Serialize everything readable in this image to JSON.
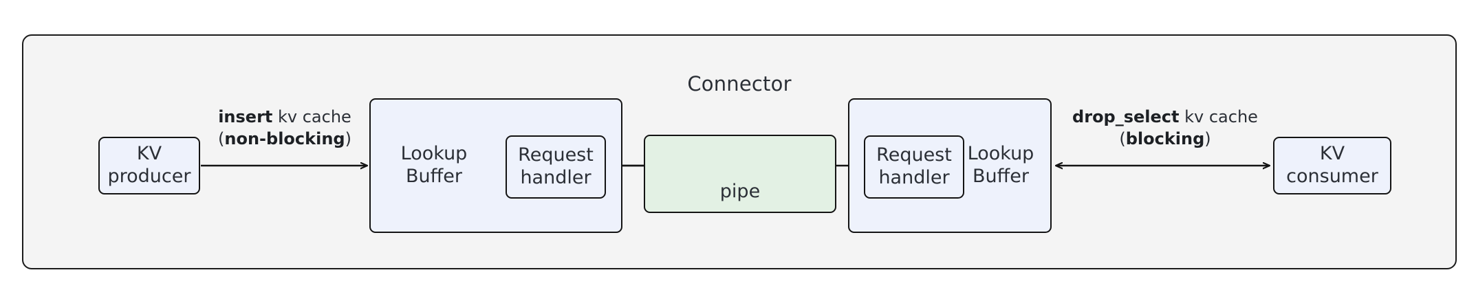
{
  "diagram": {
    "title": "Connector",
    "colors": {
      "container_fill": "#f4f4f4",
      "node_blue_fill": "#eef2fc",
      "node_green_fill": "#e3f1e4",
      "stroke": "#131313",
      "text": "#2b2f36"
    }
  },
  "nodes": {
    "kv_producer": "KV\nproducer",
    "kv_consumer": "KV\nconsumer",
    "lookup_buffer_left": "Lookup\nBuffer",
    "lookup_buffer_right": "Lookup\nBuffer",
    "request_handler_left": "Request\nhandler",
    "request_handler_right": "Request\nhandler",
    "pipe": "pipe"
  },
  "edges": {
    "insert": {
      "emphasis_1": "insert",
      "plain_1": " kv cache",
      "open_paren": "(",
      "emphasis_2": "non-blocking",
      "close_paren": ")",
      "direction": "right"
    },
    "drop_select": {
      "emphasis_1": "drop_select",
      "plain_1": " kv cache",
      "open_paren": "(",
      "emphasis_2": "blocking",
      "close_paren": ")",
      "direction": "bidirectional"
    }
  }
}
